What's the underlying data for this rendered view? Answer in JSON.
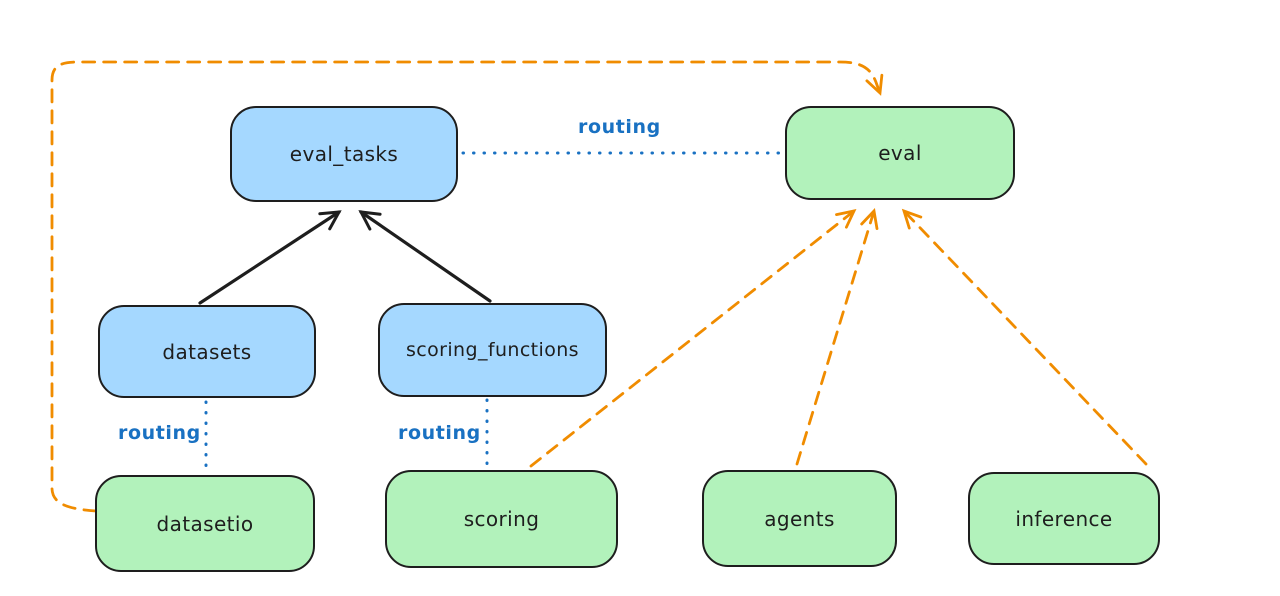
{
  "diagram": {
    "kind": "architecture-diagram",
    "colors": {
      "background": "#ffffff",
      "node_stroke": "#1e1e1e",
      "blue_fill": "#a5d8ff",
      "green_fill": "#b2f2bb",
      "routing_blue": "#1971c2",
      "orange": "#f08c00",
      "solid_arrow": "#1e1e1e"
    },
    "nodes": [
      {
        "id": "eval_tasks",
        "label": "eval_tasks",
        "fill": "blue"
      },
      {
        "id": "eval",
        "label": "eval",
        "fill": "green"
      },
      {
        "id": "datasets",
        "label": "datasets",
        "fill": "blue"
      },
      {
        "id": "scoring_functions",
        "label": "scoring_functions",
        "fill": "blue"
      },
      {
        "id": "datasetio",
        "label": "datasetio",
        "fill": "green"
      },
      {
        "id": "scoring",
        "label": "scoring",
        "fill": "green"
      },
      {
        "id": "agents",
        "label": "agents",
        "fill": "green"
      },
      {
        "id": "inference",
        "label": "inference",
        "fill": "green"
      }
    ],
    "edges": [
      {
        "from": "datasets",
        "to": "eval_tasks",
        "style": "solid-arrow",
        "color": "#1e1e1e",
        "label": ""
      },
      {
        "from": "scoring_functions",
        "to": "eval_tasks",
        "style": "solid-arrow",
        "color": "#1e1e1e",
        "label": ""
      },
      {
        "from": "eval_tasks",
        "to": "eval",
        "style": "dotted-line",
        "color": "#1971c2",
        "label": "routing"
      },
      {
        "from": "datasets",
        "to": "datasetio",
        "style": "dotted-line",
        "color": "#1971c2",
        "label": "routing"
      },
      {
        "from": "scoring_functions",
        "to": "scoring",
        "style": "dotted-line",
        "color": "#1971c2",
        "label": "routing"
      },
      {
        "from": "datasetio",
        "to": "eval",
        "style": "dashed-arrow",
        "color": "#f08c00",
        "label": ""
      },
      {
        "from": "scoring",
        "to": "eval",
        "style": "dashed-arrow",
        "color": "#f08c00",
        "label": ""
      },
      {
        "from": "agents",
        "to": "eval",
        "style": "dashed-arrow",
        "color": "#f08c00",
        "label": ""
      },
      {
        "from": "inference",
        "to": "eval",
        "style": "dashed-arrow",
        "color": "#f08c00",
        "label": ""
      }
    ]
  }
}
